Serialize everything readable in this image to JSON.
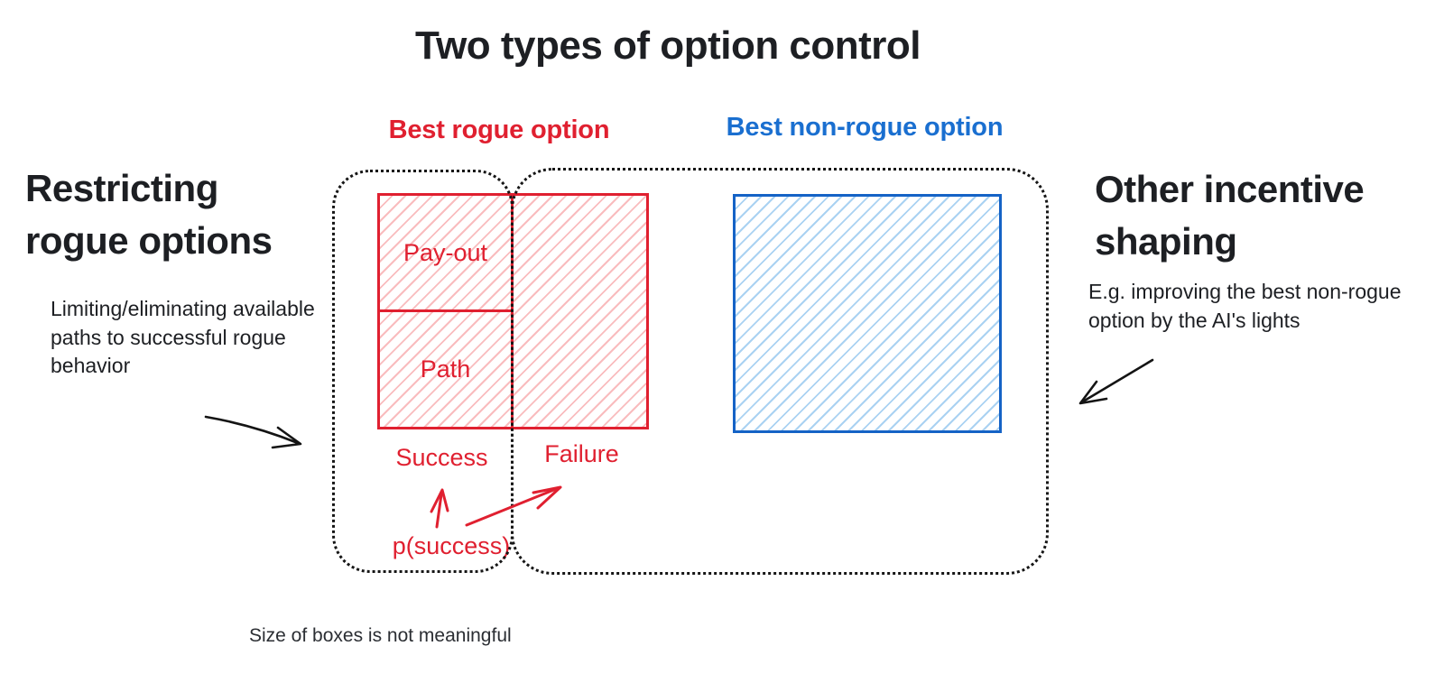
{
  "title": "Two types of option control",
  "columns": {
    "rogue_label": "Best rogue option",
    "non_rogue_label": "Best non-rogue option"
  },
  "left_section": {
    "heading": "Restricting rogue options",
    "description": "Limiting/eliminating available paths to successful rogue behavior"
  },
  "right_section": {
    "heading": "Other incentive shaping",
    "description": "E.g. improving the best non-rogue option by the AI's lights"
  },
  "diagram": {
    "payout_label": "Pay-out",
    "path_label": "Path",
    "success_label": "Success",
    "failure_label": "Failure",
    "p_success_label": "p(success)"
  },
  "footnote": "Size of boxes is not meaningful",
  "colors": {
    "red": "#e02030",
    "red_hatch": "#f9bcbe",
    "blue": "#1a6fd0",
    "blue_border": "#1563c6",
    "blue_hatch": "#aad2f2",
    "ink": "#1d1f23",
    "dotted_outline": "#161616"
  }
}
